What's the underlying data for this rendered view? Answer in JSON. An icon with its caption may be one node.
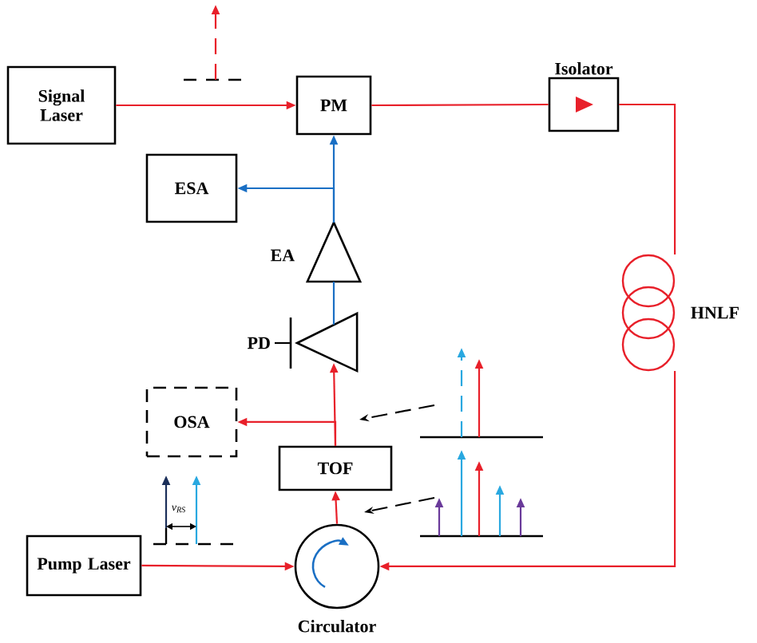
{
  "diagram": {
    "nodes": [
      {
        "text": [
          "Signal Laser"
        ]
      },
      {
        "text": [
          "PM"
        ]
      },
      {
        "text": [
          "Isolator"
        ]
      },
      {
        "text": [
          "HNLF"
        ]
      },
      {
        "text": [
          "ESA"
        ]
      },
      {
        "text": [
          "EA"
        ]
      },
      {
        "text": [
          "PD"
        ]
      },
      {
        "text": [
          "OSA"
        ]
      },
      {
        "text": [
          "TOF"
        ]
      },
      {
        "text": [
          "Circulator"
        ]
      },
      {
        "text": [
          "Pump Laser"
        ]
      }
    ],
    "edges": [
      {
        "from": 0,
        "to": 1,
        "arrow": "to"
      },
      {
        "from": 1,
        "to": 2,
        "arrow": "none"
      },
      {
        "from": 2,
        "to": 3,
        "arrow": "none"
      },
      {
        "from": 3,
        "to": 9,
        "arrow": "to"
      },
      {
        "from": 10,
        "to": 9,
        "arrow": "to"
      },
      {
        "from": 9,
        "to": 8,
        "arrow": "to"
      },
      {
        "from": 8,
        "to": 6,
        "arrow": "to"
      },
      {
        "from": 8,
        "to": 7,
        "arrow": "to"
      },
      {
        "from": 6,
        "to": 5,
        "arrow": "none",
        "color": "#1a6fc4"
      },
      {
        "from": 5,
        "to": 1,
        "arrow": "to",
        "color": "#1a6fc4"
      },
      {
        "from": 5,
        "to": 4,
        "arrow": "to",
        "color": "#1a6fc4"
      }
    ],
    "labels": [
      "ν$_{RS}$"
    ]
  }
}
